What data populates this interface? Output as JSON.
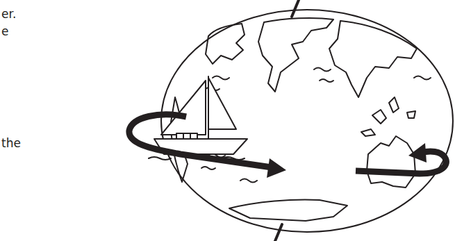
{
  "diagram": {
    "labels": [
      "er.",
      "e",
      "the"
    ]
  }
}
